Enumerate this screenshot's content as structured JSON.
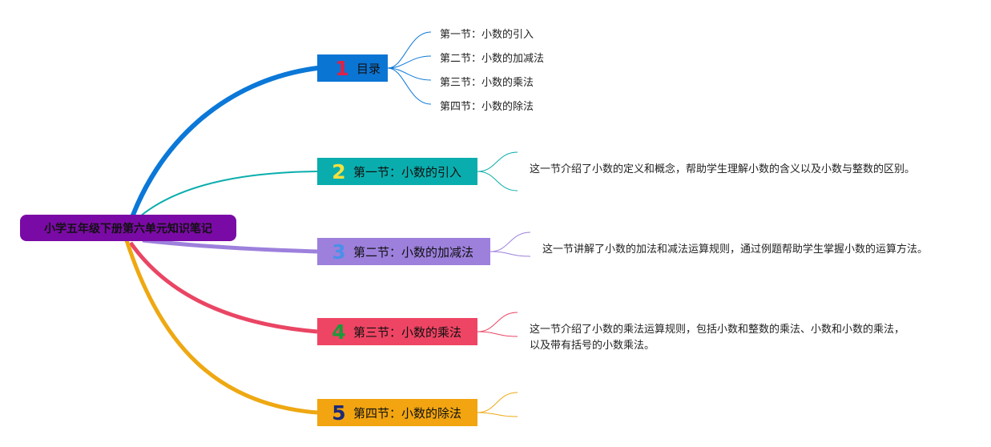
{
  "root": {
    "label": "小学五年级下册第六单元知识笔记",
    "color": "#7a0aa5"
  },
  "branches": [
    {
      "number": "1",
      "label": "目录",
      "box_color": "#0b75d4",
      "line_color": "#0b78d8",
      "number_color": "#e02044",
      "subtopics": [
        "第一节：小数的引入",
        "第二节：小数的加减法",
        "第三节：小数的乘法",
        "第四节：小数的除法"
      ]
    },
    {
      "number": "2",
      "label": "第一节：小数的引入",
      "box_color": "#0aadad",
      "line_color": "#0aadad",
      "number_color": "#f5e040",
      "description": "这一节介绍了小数的定义和概念，帮助学生理解小数的含义以及小数与整数的区别。"
    },
    {
      "number": "3",
      "label": "第二节：小数的加减法",
      "box_color": "#9d80dc",
      "line_color": "#9d80dc",
      "number_color": "#4a90e8",
      "description": "这一节讲解了小数的加法和减法运算规则，通过例题帮助学生掌握小数的运算方法。"
    },
    {
      "number": "4",
      "label": "第三节：小数的乘法",
      "box_color": "#ef4564",
      "line_color": "#ea4564",
      "number_color": "#1a9a3a",
      "description": "这一节介绍了小数的乘法运算规则，包括小数和整数的乘法、小数和小数的乘法，以及带有括号的小数乘法。"
    },
    {
      "number": "5",
      "label": "第四节：小数的除法",
      "box_color": "#f2a510",
      "line_color": "#eea812",
      "number_color": "#1c2a78",
      "description": ""
    }
  ]
}
